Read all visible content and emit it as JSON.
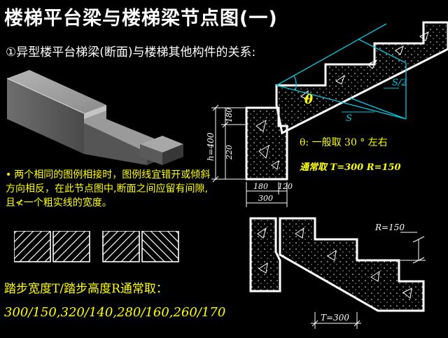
{
  "title": "楼梯平台梁与楼梯梁节点图(一)",
  "subtitle": "①异型楼平台梯梁(断面)与楼梯其他构件的关系:",
  "note": {
    "bullet": "•",
    "text": "两个相同的图例相接时，图例线宜错开或倾斜方向相反，在此节点图中,断面之间应留有间隙,且≮一个粗实线的宽度。"
  },
  "tread": {
    "title": "踏步宽度T/踏步高度R通常取：",
    "values": "300/150,320/140,280/160,260/170"
  },
  "dims": {
    "h400": "h=400",
    "d180_v": "180",
    "d220": "220",
    "d180_h": "180",
    "d120": "120",
    "d300": "300",
    "s_half": "S/2",
    "s": "S",
    "theta": "θ",
    "r150": "R=150",
    "t300": "T=300"
  },
  "notes": {
    "theta_line": "θ: 一般取 30 ° 左右",
    "common_line": "通常取  T=300    R=150"
  },
  "colors": {
    "accent": "#ffff00",
    "text": "#ffffff",
    "cyan": "#00c8e0",
    "background": "#000000"
  }
}
